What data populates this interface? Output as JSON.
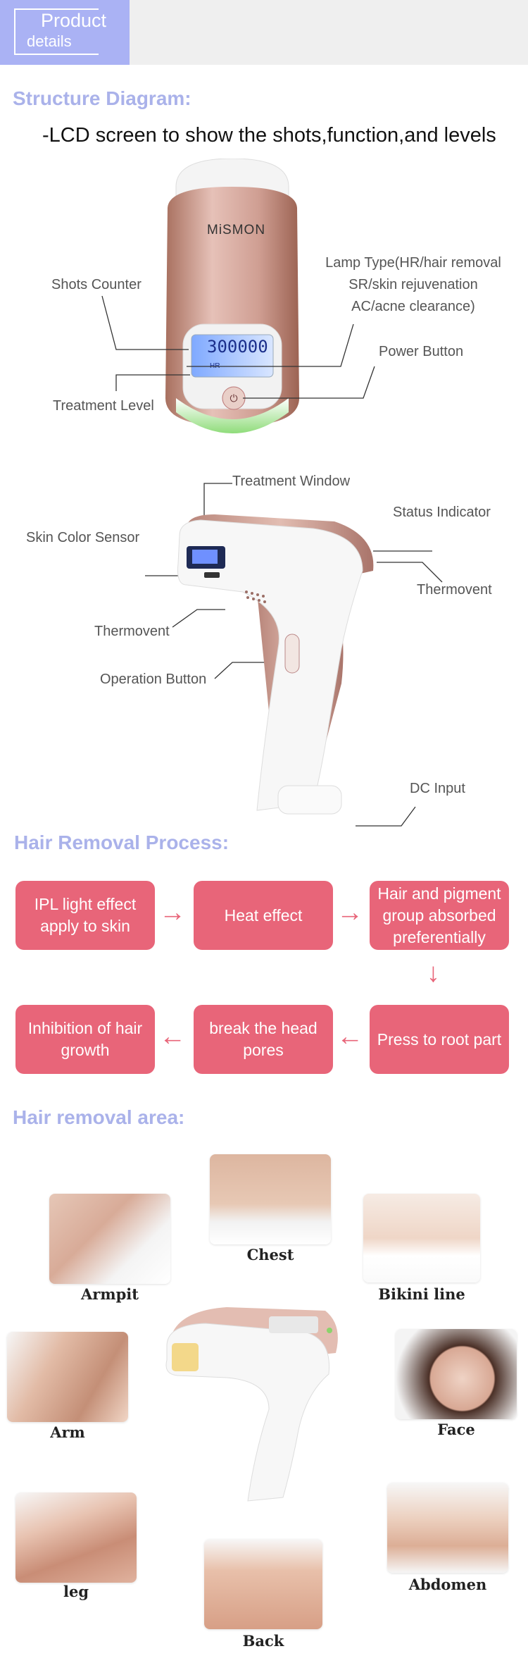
{
  "header": {
    "tag_line1": "Product",
    "tag_line2": "details"
  },
  "structure": {
    "title": "Structure Diagram:",
    "subtitle": "-LCD screen to show the shots,function,and levels",
    "brand": "MiSMON",
    "lcd_digits": "300000",
    "lcd_mode": "HR",
    "callouts": {
      "shots_counter": "Shots Counter",
      "lamp_type_1": "Lamp Type(HR/hair removal",
      "lamp_type_2": "SR/skin rejuvenation",
      "lamp_type_3": "AC/acne clearance)",
      "power_button": "Power Button",
      "treatment_level": "Treatment Level",
      "treatment_window": "Treatment Window",
      "status_indicator": "Status Indicator",
      "skin_color_sensor": "Skin Color Sensor",
      "thermovent_right": "Thermovent",
      "thermovent_left": "Thermovent",
      "operation_button": "Operation Button",
      "dc_input": "DC Input"
    }
  },
  "process": {
    "title": "Hair Removal Process:",
    "steps": [
      "IPL light effect apply to skin",
      "Heat effect",
      "Hair and pigment group absorbed preferentially",
      "Press to root part",
      "break the head pores",
      "Inhibition of hair growth"
    ]
  },
  "areas": {
    "title": "Hair removal area:",
    "labels": [
      "Chest",
      "Armpit",
      "Bikini line",
      "Arm",
      "Face",
      "leg",
      "Abdomen",
      "Back"
    ]
  },
  "colors": {
    "accent_pink": "#e86579",
    "title_lavender": "#aab2ea",
    "tag_blue": "#aab2f4",
    "device_rose": "#c9938a"
  }
}
